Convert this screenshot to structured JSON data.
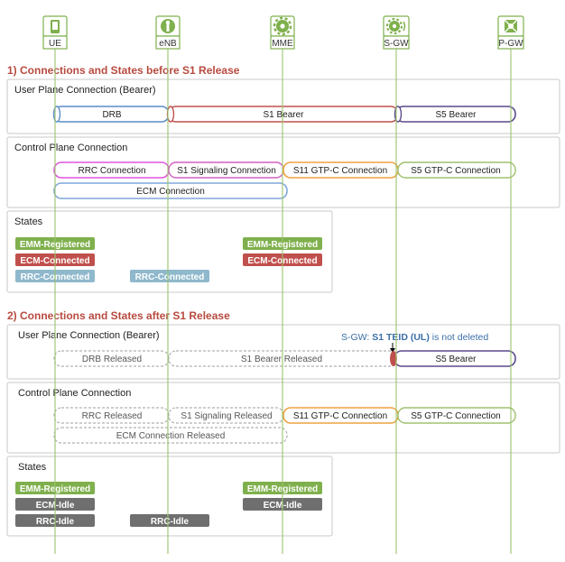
{
  "nodes": [
    {
      "label": "UE",
      "icon": "phone-icon"
    },
    {
      "label": "eNB",
      "icon": "antenna-icon"
    },
    {
      "label": "MME",
      "icon": "gear-icon"
    },
    {
      "label": "S-GW",
      "icon": "gear-wave-icon"
    },
    {
      "label": "P-GW",
      "icon": "network-icon"
    }
  ],
  "section1": {
    "title": "1) Connections and States before S1 Release",
    "user_plane": {
      "title": "User Plane Connection (Bearer)",
      "drb": "DRB",
      "s1_bearer": "S1 Bearer",
      "s5_bearer": "S5 Bearer"
    },
    "control_plane": {
      "title": "Control Plane Connection",
      "rrc": "RRC Connection",
      "s1_signaling": "S1 Signaling Connection",
      "s11": "S11 GTP-C Connection",
      "s5": "S5 GTP-C Connection",
      "ecm": "ECM Connection"
    },
    "states": {
      "title": "States",
      "ue": [
        "EMM-Registered",
        "ECM-Connected",
        "RRC-Connected"
      ],
      "enb": [
        "RRC-Connected"
      ],
      "mme": [
        "EMM-Registered",
        "ECM-Connected"
      ]
    }
  },
  "section2": {
    "title": "2) Connections and States after S1 Release",
    "user_plane": {
      "title": "User Plane Connection (Bearer)",
      "note_prefix": "S-GW: ",
      "note_bold": "S1 TEID (UL)",
      "note_suffix": " is not deleted",
      "drb": "DRB Released",
      "s1_bearer": "S1 Bearer Released",
      "s5_bearer": "S5 Bearer"
    },
    "control_plane": {
      "title": "Control Plane Connection",
      "rrc": "RRC  Released",
      "s1_signaling": "S1 Signaling Released",
      "s11": "S11 GTP-C Connection",
      "s5": "S5 GTP-C Connection",
      "ecm": "ECM Connection Released"
    },
    "states": {
      "title": "States",
      "ue": [
        "EMM-Registered",
        "ECM-Idle",
        "RRC-Idle"
      ],
      "enb": [
        "RRC-Idle"
      ],
      "mme": [
        "EMM-Registered",
        "ECM-Idle"
      ]
    }
  },
  "colors": {
    "green": "#7fb04d",
    "red": "#c0504d",
    "blue_light": "#8fb8cc",
    "grey": "#6f6f6f",
    "title_red": "#b84a3f",
    "purple": "#5b4a8b",
    "magenta": "#e055e0",
    "orange": "#f0a040",
    "note_blue": "#3a6fa8"
  }
}
